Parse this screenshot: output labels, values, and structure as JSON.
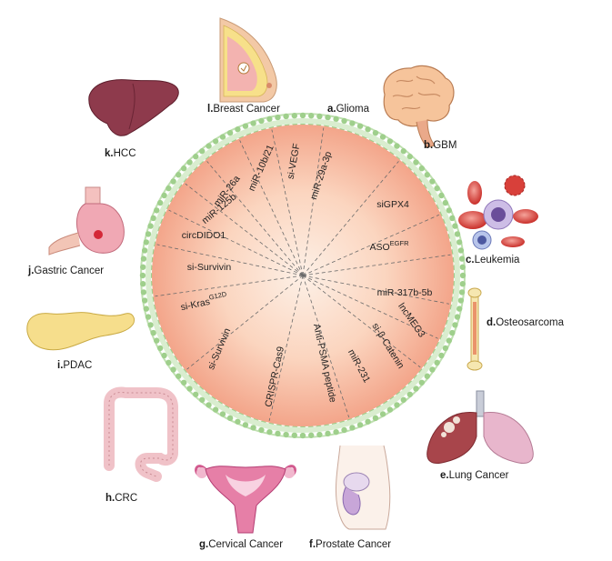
{
  "center_labels": [
    {
      "text": "miR-29a-3p",
      "sup": ""
    },
    {
      "text": "siGPX4",
      "sup": ""
    },
    {
      "text": "ASO",
      "sup": "EGFR"
    },
    {
      "text": "miR-317b-5b",
      "sup": ""
    },
    {
      "text": "lncMEG3",
      "sup": ""
    },
    {
      "text": "si-β-Catenin",
      "sup": ""
    },
    {
      "text": "miR-231",
      "sup": ""
    },
    {
      "text": "Anti-PSMA peptide",
      "sup": ""
    },
    {
      "text": "CRISPR-Cas9",
      "sup": ""
    },
    {
      "text": "si-Survivin",
      "sup": ""
    },
    {
      "text": "si-Kras",
      "sup": "G12D"
    },
    {
      "text": "si-Survivin",
      "sup": ""
    },
    {
      "text": "circDIDO1",
      "sup": ""
    },
    {
      "text": "miR-125b",
      "sup": ""
    },
    {
      "text": "miR-26a",
      "sup": ""
    },
    {
      "text": "miR-10b/21",
      "sup": ""
    },
    {
      "text": "si-VEGF",
      "sup": ""
    }
  ],
  "cancers": [
    {
      "letter": "a",
      "name": "Glioma",
      "icon": "brain-icon"
    },
    {
      "letter": "b",
      "name": "GBM",
      "icon": ""
    },
    {
      "letter": "c",
      "name": "Leukemia",
      "icon": "blood-cells-icon"
    },
    {
      "letter": "d",
      "name": "Osteosarcoma",
      "icon": "bone-icon"
    },
    {
      "letter": "e",
      "name": "Lung Cancer",
      "icon": "lungs-icon"
    },
    {
      "letter": "f",
      "name": "Prostate Cancer",
      "icon": "prostate-icon"
    },
    {
      "letter": "g",
      "name": "Cervical Cancer",
      "icon": "uterus-icon"
    },
    {
      "letter": "h",
      "name": "CRC",
      "icon": "colon-icon"
    },
    {
      "letter": "i",
      "name": "PDAC",
      "icon": "pancreas-icon"
    },
    {
      "letter": "j",
      "name": "Gastric Cancer",
      "icon": "stomach-icon"
    },
    {
      "letter": "k",
      "name": "HCC",
      "icon": "liver-icon"
    },
    {
      "letter": "l",
      "name": "Breast Cancer",
      "icon": "breast-icon"
    }
  ],
  "colors": {
    "disc_center": "#fde6d5",
    "disc_edge": "#f4a587",
    "membrane": "#9fcf8c",
    "divider": "#6a6a6a"
  }
}
